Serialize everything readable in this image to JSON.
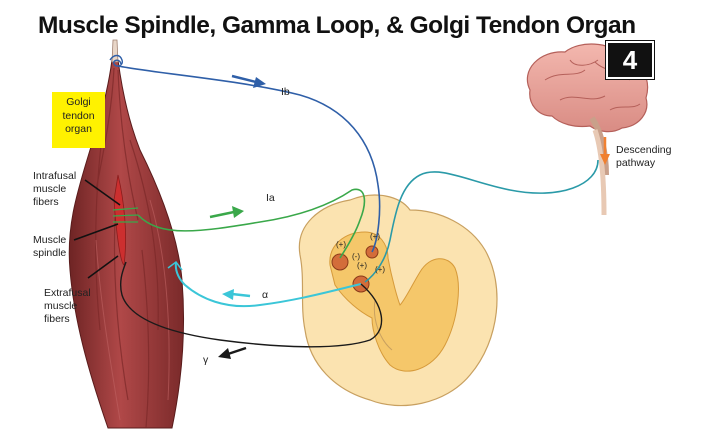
{
  "title": "Muscle Spindle, Gamma Loop, & Golgi Tendon Organ",
  "badge": "4",
  "labels": {
    "golgi": [
      "Golgi",
      "tendon",
      "organ"
    ],
    "intrafusal": [
      "Intrafusal",
      "muscle",
      "fibers"
    ],
    "spindle": [
      "Muscle",
      "spindle"
    ],
    "extrafusal": [
      "Extrafusal",
      "muscle",
      "fibers"
    ],
    "descending": [
      "Descending",
      "pathway"
    ],
    "ib": "Ib",
    "ia": "Ia",
    "alpha": "α",
    "gamma": "γ"
  },
  "signs": {
    "s1": "(+)",
    "s2": "(+)",
    "s3": "(-)",
    "s4": "(+)",
    "s5": "(+)"
  },
  "colors": {
    "ib_fiber": "#2f5fa8",
    "ia_fiber": "#3aa84a",
    "alpha_fiber": "#3bc6d8",
    "descending_fiber": "#2a9aa8",
    "gamma_fiber": "#1a1a1a",
    "arrow_orange": "#f08030",
    "muscle": "#9e3a3a",
    "cord_outer": "#fbe3b0",
    "cord_inner": "#f5c76a",
    "golgi_box": "#fff200"
  }
}
